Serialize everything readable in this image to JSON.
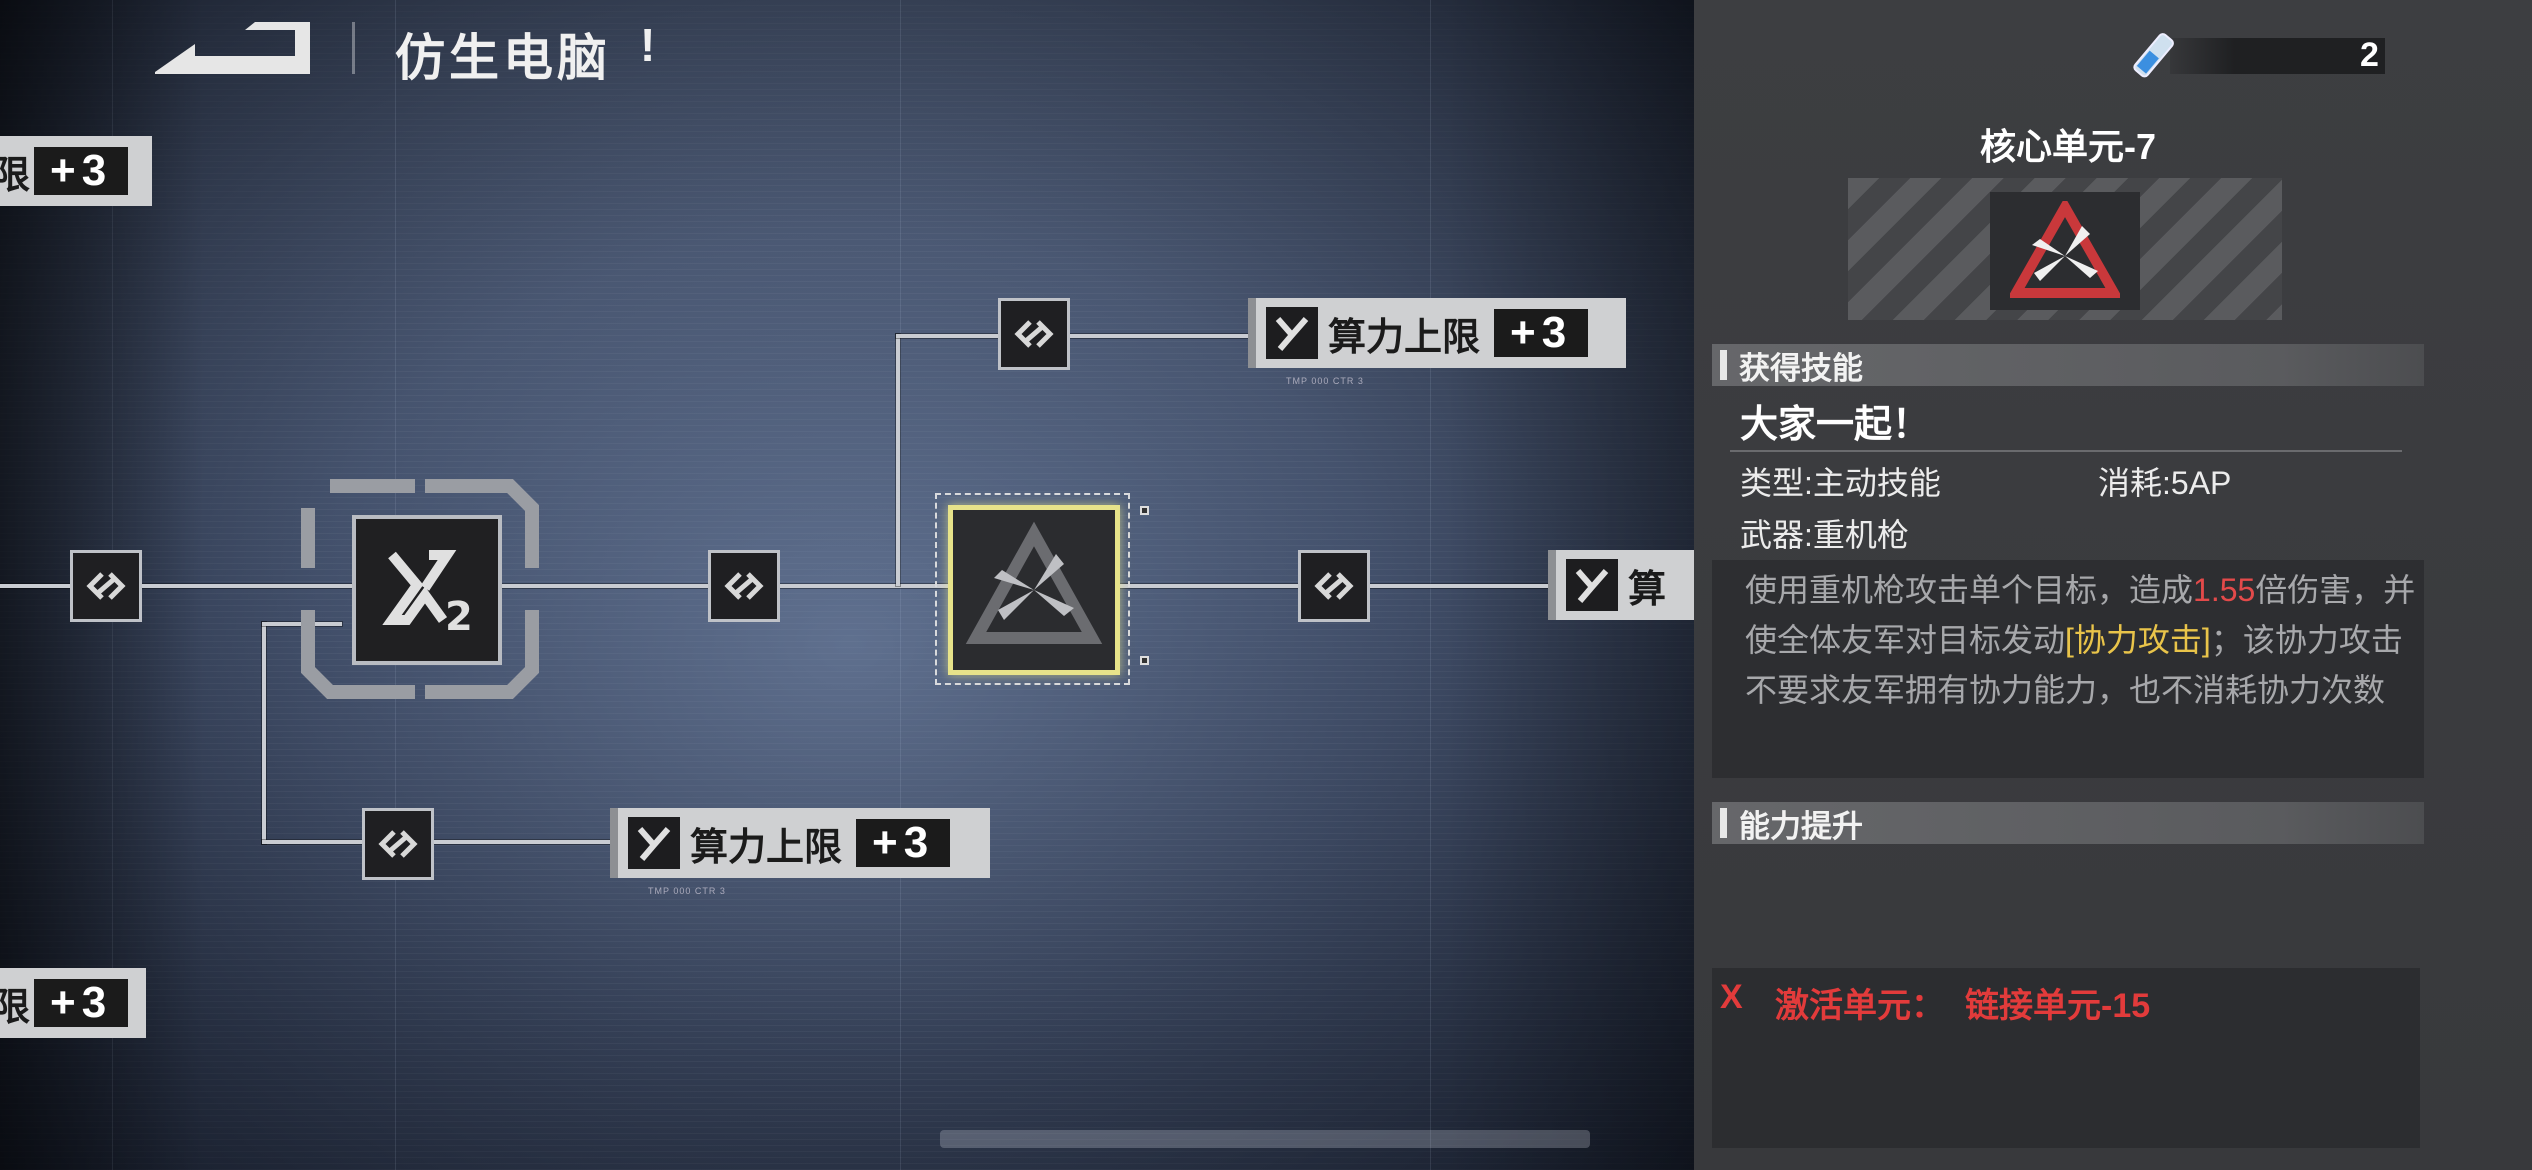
{
  "header": {
    "title": "仿生电脑",
    "title_mark": "!"
  },
  "board": {
    "stat_nodes": [
      {
        "label": "算力上限",
        "value": "+3"
      },
      {
        "label": "算力上限",
        "value": "+3"
      },
      {
        "label": "算",
        "value": ""
      },
      {
        "label": "限",
        "value": "+3"
      },
      {
        "label": "限",
        "value": "+3"
      }
    ],
    "tiny_caption": "TMP 000 CTR 3"
  },
  "currency": {
    "count": "2",
    "icon": "tube-icon"
  },
  "panel": {
    "unit_title": "核心单元-7",
    "skill_section_title": "获得技能",
    "skill_name": "大家一起！",
    "type_label": "类型:主动技能",
    "cost_label": "消耗:5AP",
    "weapon_label": "武器:重机枪",
    "desc_part1": "使用重机枪攻击单个目标，造成",
    "desc_mult": "1.55",
    "desc_part2": "倍伤害，并使全体友军对目标发动",
    "desc_keyword": "[协力攻击]",
    "desc_part3": "；该协力攻击不要求友军拥有协力能力，也不消耗协力次数",
    "ability_section_title": "能力提升",
    "req_mark": "X",
    "req_label": "激活单元：",
    "req_value": "链接单元-15"
  },
  "colors": {
    "accent_yellow": "#e7e38a",
    "warn_red": "#e23b3b",
    "keyword_yellow": "#e9c44a"
  }
}
